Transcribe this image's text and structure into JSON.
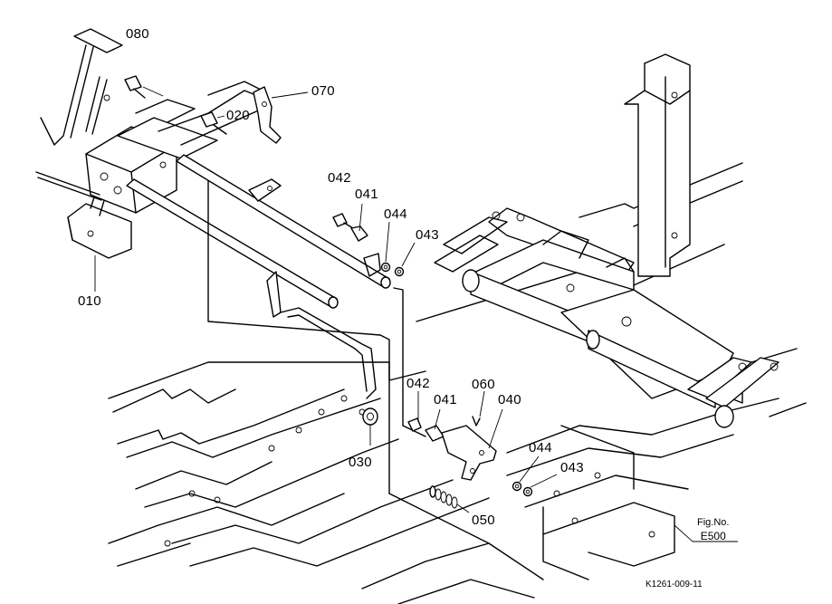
{
  "parts": {
    "p080": "080",
    "p070": "070",
    "p020": "020",
    "p010": "010",
    "p042a": "042",
    "p041a": "041",
    "p044a": "044",
    "p043a": "043",
    "p042b": "042",
    "p041b": "041",
    "p060": "060",
    "p040": "040",
    "p030": "030",
    "p044b": "044",
    "p043b": "043",
    "p050": "050"
  },
  "figure": {
    "label": "Fig.No.",
    "number": "E500"
  },
  "drawing_ref": "K1261-009-11"
}
